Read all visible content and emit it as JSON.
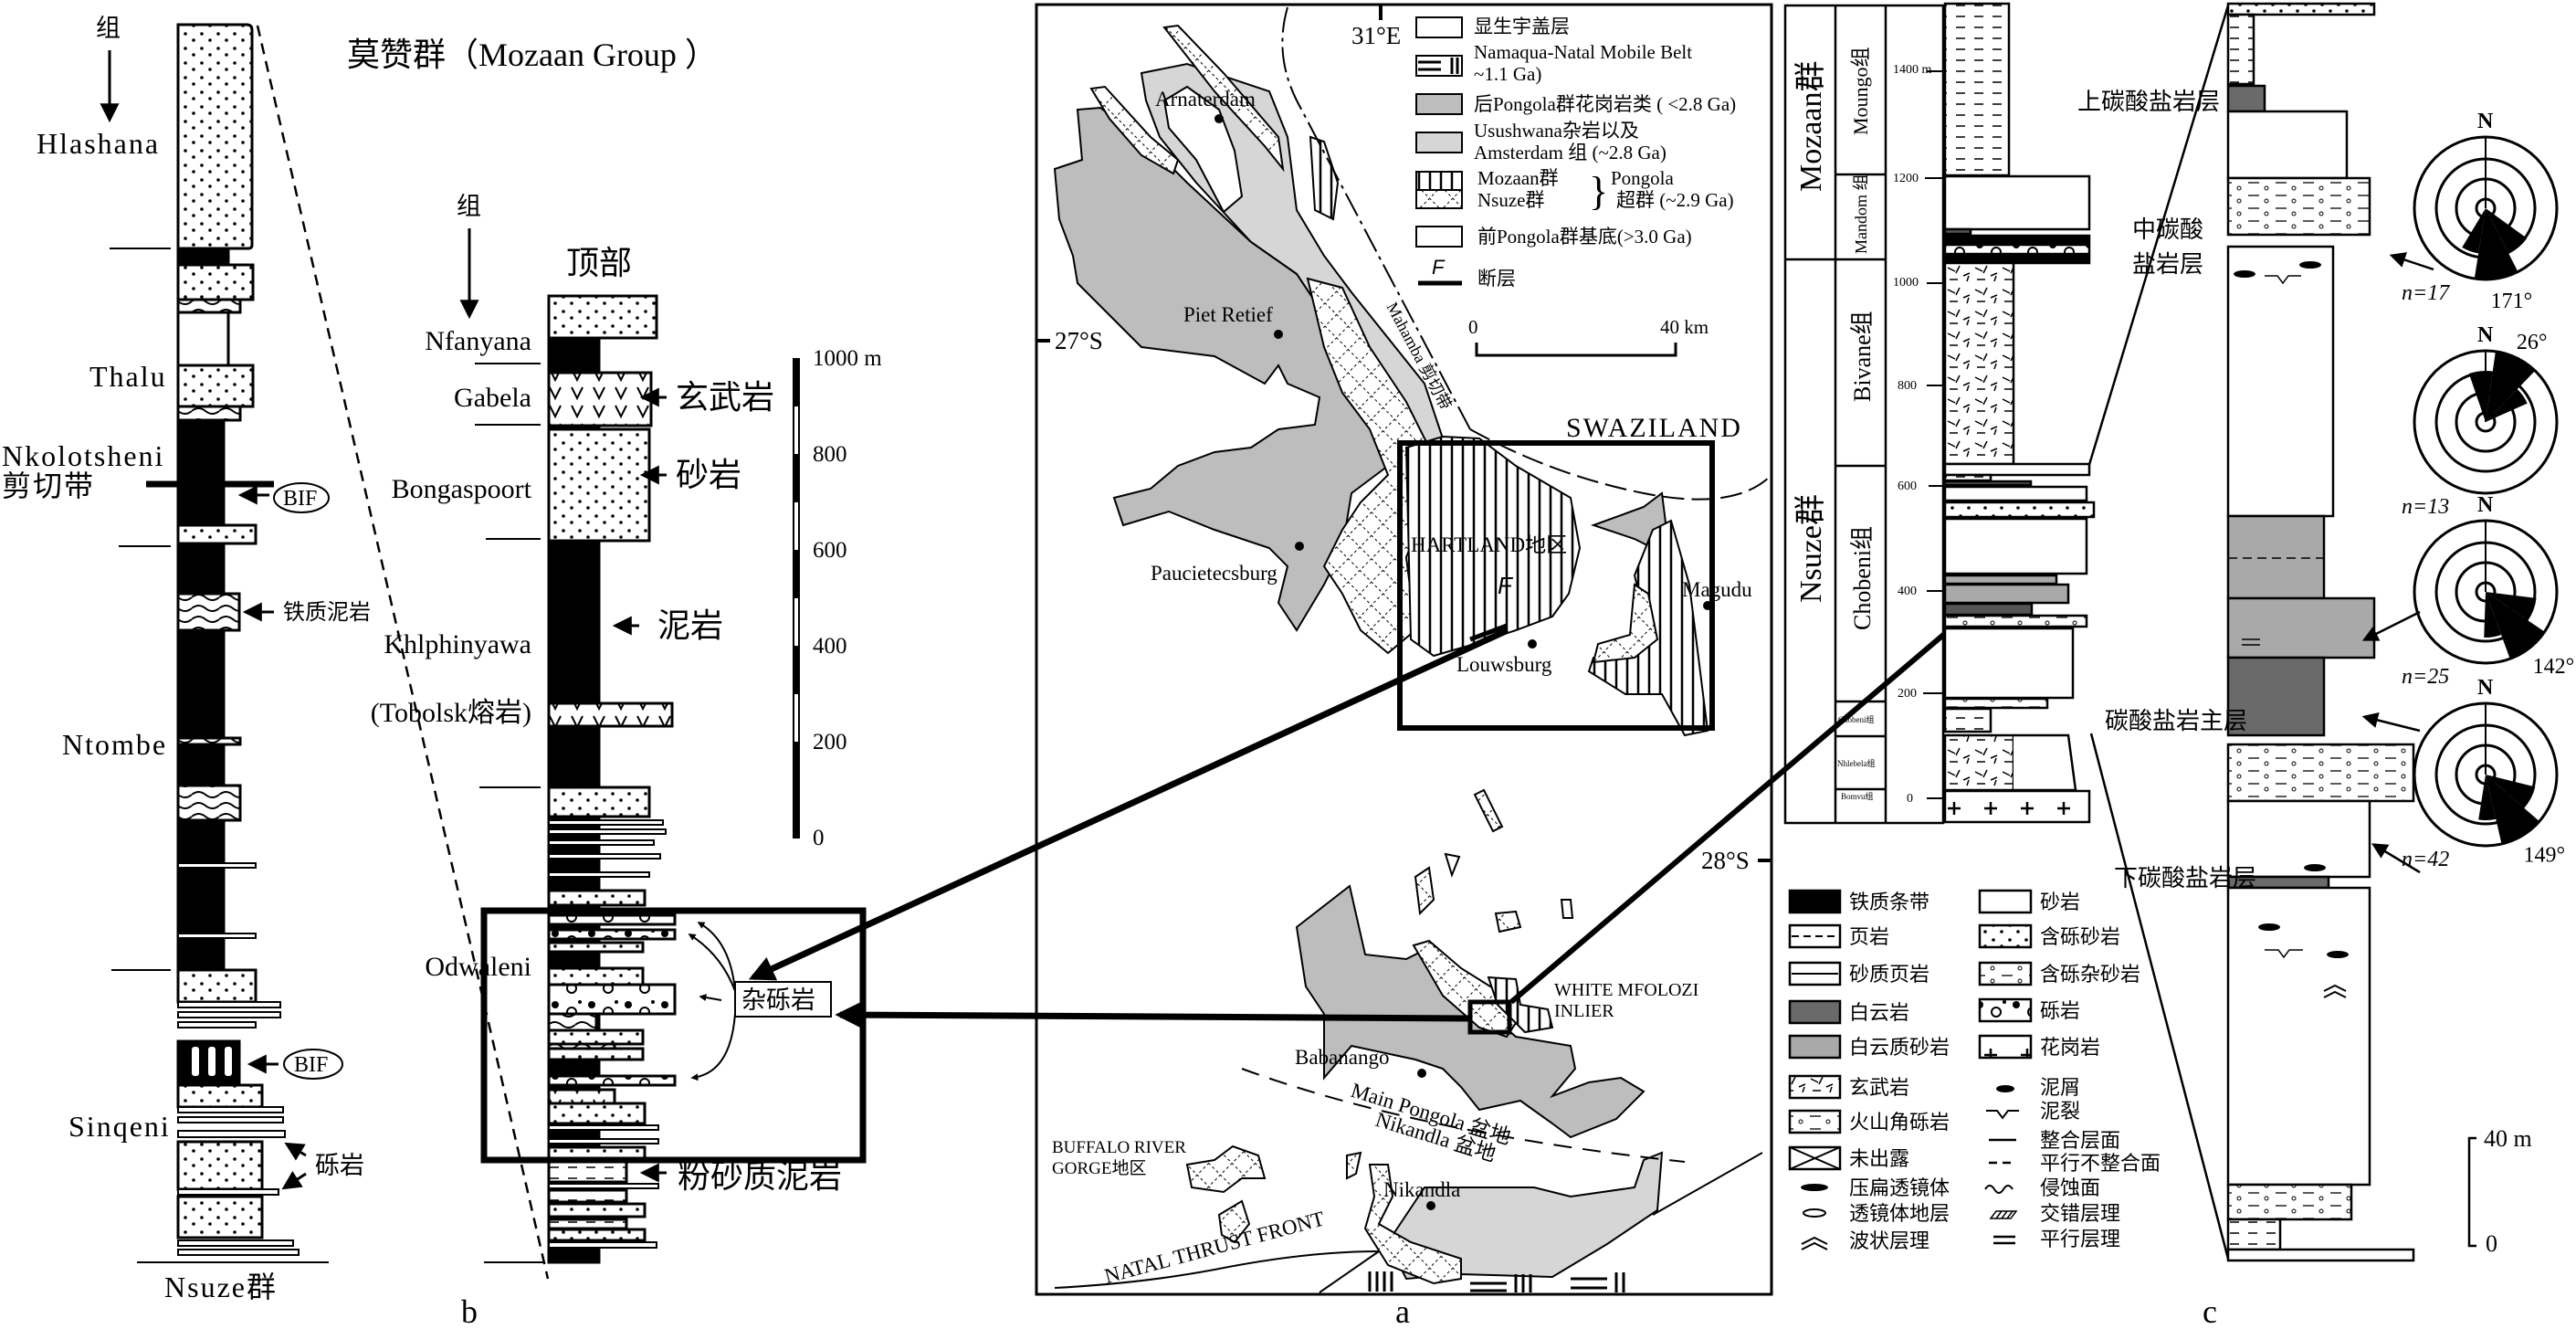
{
  "panel_labels": {
    "a": "a",
    "b": "b",
    "c": "c"
  },
  "left_column": {
    "group_heading": "组",
    "formations": [
      "Hlashana",
      "Thalu",
      "Nkolotsheni",
      "剪切带",
      "Ntombe",
      "Sinqeni"
    ],
    "base": "Nsuze群",
    "annotations": {
      "bif_upper": "BIF",
      "iron_mudstone": "铁质泥岩",
      "bif_lower": "BIF",
      "conglomerate": "砾岩"
    }
  },
  "panel_b": {
    "title": "莫赞群（Mozaan Group ）",
    "group_heading": "组",
    "top": "顶部",
    "formations": [
      "Nfanyana",
      "Gabela",
      "Bongaspoort",
      "Khlphinyawa",
      "(Tobolsk熔岩)",
      "Odwaleni"
    ],
    "annotations": {
      "basalt": "玄武岩",
      "sandstone": "砂岩",
      "mudstone": "泥岩",
      "diamictite": "杂砾岩",
      "silty_mudstone": "粉砂质泥岩"
    },
    "scale": [
      "1000 m",
      "800",
      "600",
      "400",
      "200",
      "0"
    ]
  },
  "map": {
    "legend": {
      "phanerozoic": "显生宇盖层",
      "namaqua_1": "Namaqua-Natal Mobile Belt",
      "namaqua_2": "~1.1 Ga)",
      "post_pongola": "后Pongola群花岗岩类 ( <2.8 Ga)",
      "usushwana_1": "Usushwana杂岩以及",
      "usushwana_2": "Amsterdam 组 (~2.8 Ga)",
      "mozaan": "Mozaan群",
      "nsuze": "Nsuze群",
      "pongola_1": "Pongola",
      "pongola_2": "超群 (~2.9 Ga)",
      "pre_pongola": "前Pongola群基底(>3.0 Ga)",
      "fault_symbol": "F",
      "fault": "断层"
    },
    "coords": {
      "lon": "31°E",
      "lat1": "27°S",
      "lat2": "28°S"
    },
    "scale": {
      "zero": "0",
      "max": "40 km"
    },
    "places": {
      "amsterdam": "Arnaterdam",
      "piet_retief": "Piet Retief",
      "paulpietersburg": "Paucietecsburg",
      "hartland": "HARTLAND地区",
      "louwsburg": "Louwsburg",
      "magudu": "Magudu",
      "swaziland": "SWAZILAND",
      "mahamba": "Mahamba 剪切带",
      "fault_f": "F",
      "white_mfolozi_1": "WHITE MFOLOZI",
      "white_mfolozi_2": "INLIER",
      "babanango": "Babanango",
      "main_pongola": "Main Pongola 盆地",
      "nikandla_basin": "Nikandla 盆地",
      "buffalo_1": "BUFFALO RIVER",
      "buffalo_2": "GORGE地区",
      "nikandla": "Nikandla",
      "natal_thrust": "NATAL THRUST FRONT"
    }
  },
  "panel_c": {
    "groups": {
      "mozaan": "Mozaan群",
      "nsuze": "Nsuze群"
    },
    "formations": {
      "moungo": "Moungo组",
      "mandom": "Mandom 组",
      "bivane": "Bivane组",
      "chobeni": "Chobeni组",
      "chobeni_small": "Chobeni组",
      "nhlebela": "Nhlebela组",
      "bomvu": "Bomvu组"
    },
    "scale": [
      "1400 m",
      "1200",
      "1000",
      "800",
      "600",
      "400",
      "200",
      "0"
    ],
    "layers": {
      "upper": "上碳酸盐岩层",
      "middle_1": "中碳酸",
      "middle_2": "盐岩层",
      "main": "碳酸盐岩主层",
      "lower": "下碳酸盐岩层"
    },
    "rose_north": "N",
    "roses": [
      {
        "n": "n=17",
        "direction_label": "171°",
        "direction": 171
      },
      {
        "n": "n=13",
        "direction_label": "26°",
        "direction": 26
      },
      {
        "n": "n=25",
        "direction_label": "142°",
        "direction": 142
      },
      {
        "n": "n=42",
        "direction_label": "149°",
        "direction": 149
      }
    ],
    "scale_bar": {
      "max": "40 m",
      "zero": "0"
    },
    "legend_left": [
      "铁质条带",
      "页岩",
      "砂质页岩",
      "白云岩",
      "白云质砂岩",
      "玄武岩",
      "火山角砾岩",
      "未出露",
      "压扁透镜体",
      "透镜体地层",
      "波状层理"
    ],
    "legend_right": [
      "砂岩",
      "含砾砂岩",
      "含砾杂砂岩",
      "砾岩",
      "花岗岩",
      "泥屑",
      "泥裂",
      "整合层面",
      "平行不整合面",
      "侵蚀面",
      "交错层理",
      "平行层理"
    ]
  },
  "colors": {
    "granite_dark": "#bdbdbd",
    "usushwana_light": "#d6d6d6",
    "dolomite": "#6a6a6a",
    "dolomitic_sandstone": "#a9a9a9"
  }
}
